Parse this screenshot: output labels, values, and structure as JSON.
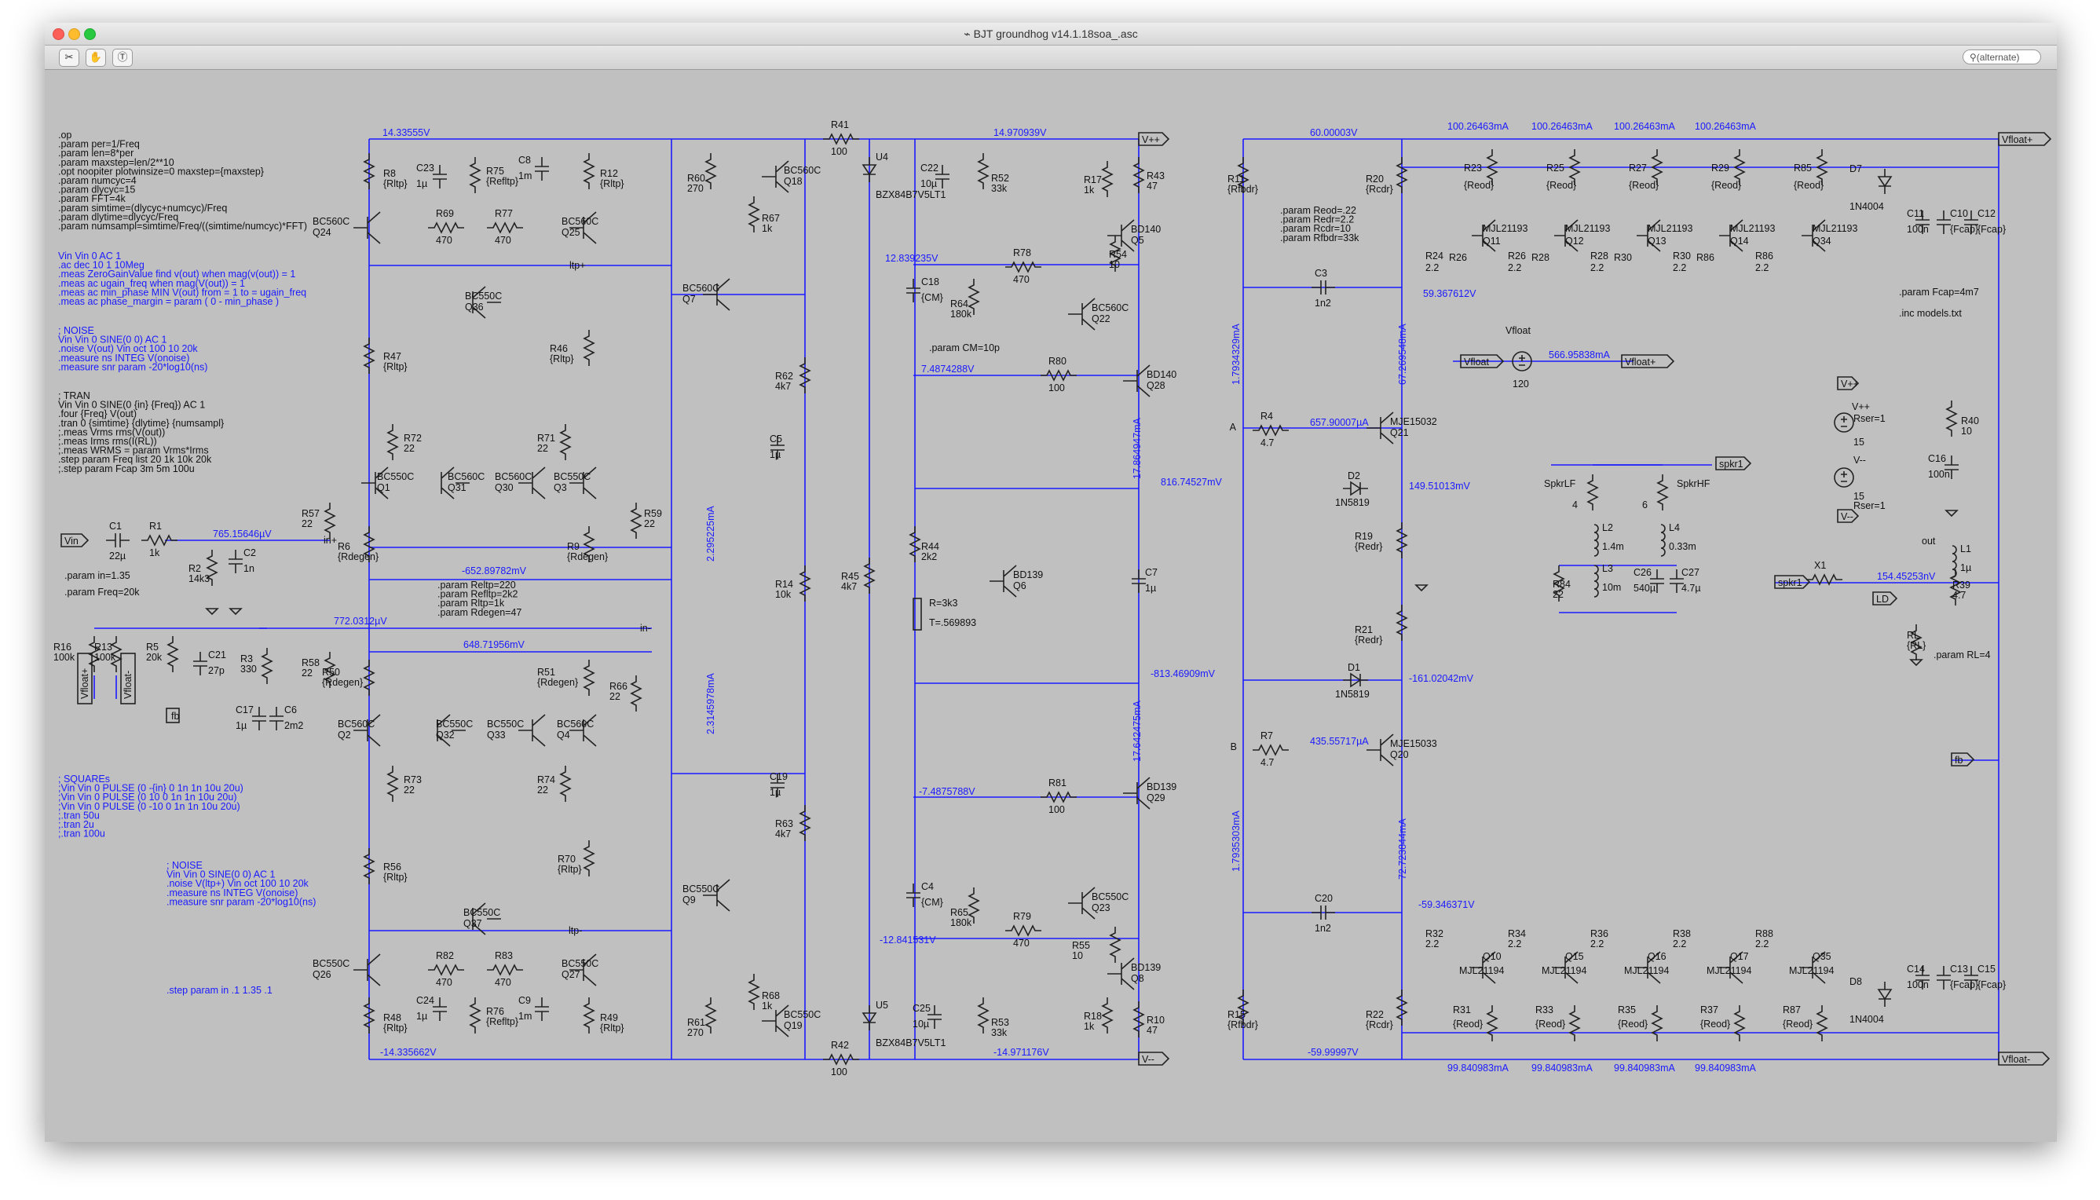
{
  "window": {
    "title": "BJT groundhog v14.1.18soa_.asc",
    "search_placeholder": "(alternate)"
  },
  "colors": {
    "wire": "#1a1aff",
    "background": "#c0c0c0",
    "text": "#111111"
  },
  "directives": [
    ".op",
    ".param per=1/Freq",
    ".param len=8*per",
    ".param maxstep=len/2**10",
    ".opt noopiter plotwinsize=0 maxstep={maxstep}",
    ".param numcyc=4",
    ".param dlycyc=15",
    ".param FFT=4k",
    ".param simtime=(dlycyc+numcyc)/Freq",
    ".param dlytime=dlycyc/Freq",
    ".param numsampl=simtime/Freq/((simtime/numcyc)*FFT)"
  ],
  "ac_block": [
    "Vin Vin 0 AC 1",
    ".ac dec 10 1 10Meg",
    ".meas ZeroGainValue find v(out) when mag(v(out)) = 1",
    ".meas ac ugain_freq when mag(V(out)) = 1",
    ".meas ac min_phase MIN V(out) from = 1 to = ugain_freq",
    ".meas ac phase_margin = param ( 0 - min_phase )"
  ],
  "noise_block": [
    "; NOISE",
    "Vin Vin 0 SINE(0 0) AC 1",
    ".noise V(out) Vin oct 100 10 20k",
    ".measure ns INTEG V(onoise)",
    ".measure snr param -20*log10(ns)"
  ],
  "tran_block": [
    "; TRAN",
    "Vin Vin 0 SINE(0 {in} {Freq}) AC 1",
    ".four {Freq} V(out)",
    ".tran 0 {simtime} {dlytime} {numsampl}",
    ";.meas Vrms rms(V(out))",
    ";.meas Irms rms(I(RL))",
    ";.meas WRMS = param Vrms*Irms",
    ".step param Freq list 20 1k 10k 20k",
    ";.step param Fcap 3m 5m 100u"
  ],
  "squares_block": [
    "; SQUAREs",
    ";Vin Vin 0 PULSE (0 -{in} 0 1n 1n 10u 20u)",
    ";Vin Vin 0 PULSE (0 10 0 1n 1n 10u 20u)",
    ";Vin Vin 0 PULSE (0 -10 0 1n 1n 10u 20u)",
    ";.tran 50u",
    ";.tran 2u",
    ";.tran 100u"
  ],
  "noise_block2": [
    "; NOISE",
    "Vin Vin 0 SINE(0 0) AC 1",
    ".noise V(ltp+) Vin oct 100 10 20k",
    ".measure ns INTEG V(onoise)",
    ".measure snr param -20*log10(ns)"
  ],
  "params_left": [
    ".param in=1.35",
    ".param Freq=20k"
  ],
  "step_param": ".step param in .1 1.35 .1",
  "params_mid": [
    ".param Reltp=220",
    ".param Refltp=2k2",
    ".param Rltp=1k",
    ".param Rdegen=47"
  ],
  "params_out": [
    ".param Reod=.22",
    ".param Redr=2.2",
    ".param Rcdr=10",
    ".param Rfbdr=33k"
  ],
  "param_cm": ".param CM=10p",
  "param_fcap": ".param Fcap=4m7",
  "inc_models": ".inc models.txt",
  "param_rl": ".param RL=4",
  "rt_label": "R=3k3",
  "t_label": "T=.569893",
  "voltages": {
    "v_top_left": "14.33555V",
    "v_top_right": "14.970939V",
    "v_bot_left": "-14.335662V",
    "v_bot_right": "-14.971176V",
    "v_12p8": "12.839235V",
    "v_m12p8": "-12.841531V",
    "v_7p48": "7.4874288V",
    "v_m7p48": "-7.4875788V",
    "v_60": "60.00003V",
    "v_m60": "-59.99997V",
    "v_59p36": "59.367612V",
    "v_m59p34": "-59.346371V",
    "v_816": "816.74527mV",
    "v_m813": "-813.46909mV",
    "v_149": "149.51013mV",
    "v_161": "-161.02042mV",
    "v_765": "765.15646µV",
    "v_m652": "-652.89782mV",
    "v_772": "772.0312µV",
    "v_648": "648.71956mV",
    "v_154": "154.45253nV",
    "v_566": "566.95838mA",
    "i_657": "657.90007µA",
    "i_435": "435.55717µA",
    "i_100": "100.26463mA",
    "i_99": "99.840983mA",
    "i_67": "67.269548mA",
    "i_72": "72.723844mA",
    "i_1793a": "1.7934329mA",
    "i_1793b": "1.7935303mA",
    "i_17864": "17.864947mA",
    "i_17642": "17.642475mA",
    "i_2295": "2.295225mA",
    "i_2314": "2.3145978mA"
  },
  "nodes": {
    "vpp": "V++",
    "vmm": "V--",
    "vfloat_p": "Vfloat+",
    "vfloat_m": "Vfloat-",
    "vfloat": "Vfloat",
    "vin": "Vin",
    "in_p": "in+",
    "in_m": "in-",
    "ltp_p": "ltp+",
    "ltp_m": "ltp-",
    "a": "A",
    "b": "B",
    "fb": "fb",
    "out": "out",
    "spkr1": "spkr1",
    "ld": "LD",
    "spkrlf": "SpkrLF",
    "spkrhf": "SpkrHF"
  },
  "components": {
    "R41": [
      "R41",
      "100"
    ],
    "R42": [
      "R42",
      "100"
    ],
    "U4": [
      "U4",
      "BZX84B7V5LT1"
    ],
    "U5": [
      "U5",
      "BZX84B7V5LT1"
    ],
    "C22": [
      "C22",
      "10µ"
    ],
    "C25": [
      "C25",
      "10µ"
    ],
    "R52": [
      "R52",
      "33k"
    ],
    "R53": [
      "R53",
      "33k"
    ],
    "R60": [
      "R60",
      "270"
    ],
    "R61": [
      "R61",
      "270"
    ],
    "Q18": [
      "Q18",
      "BC560C"
    ],
    "Q19": [
      "Q19",
      "BC550C"
    ],
    "R67": [
      "R67",
      "1k"
    ],
    "R68": [
      "R68",
      "1k"
    ],
    "R17": [
      "R17",
      "1k"
    ],
    "R18": [
      "R18",
      "1k"
    ],
    "R43": [
      "R43",
      "47"
    ],
    "R10": [
      "R10",
      "47"
    ],
    "Q5": [
      "Q5",
      "BD140"
    ],
    "Q8": [
      "Q8",
      "BD139"
    ],
    "R54": [
      "R54",
      "10"
    ],
    "R55": [
      "R55",
      "10"
    ],
    "Q22": [
      "Q22",
      "BC560C"
    ],
    "Q23": [
      "Q23",
      "BC550C"
    ],
    "R78": [
      "R78",
      "470"
    ],
    "R79": [
      "R79",
      "470"
    ],
    "C18": [
      "C18",
      "{CM}"
    ],
    "C4": [
      "C4",
      "{CM}"
    ],
    "R64": [
      "R64",
      "180k"
    ],
    "R65": [
      "R65",
      "180k"
    ],
    "R80": [
      "R80",
      "100"
    ],
    "R81": [
      "R81",
      "100"
    ],
    "Q28": [
      "Q28",
      "BD140"
    ],
    "Q29": [
      "Q29",
      "BD139"
    ],
    "Q7": [
      "Q7",
      "BC560C"
    ],
    "Q9": [
      "Q9",
      "BC550C"
    ],
    "R62": [
      "R62",
      "4k7"
    ],
    "R63": [
      "R63",
      "4k7"
    ],
    "R45": [
      "R45",
      "4k7"
    ],
    "C5": [
      "C5",
      "1µ"
    ],
    "C19": [
      "C19",
      "1µ"
    ],
    "C7": [
      "C7",
      "1µ"
    ],
    "R14": [
      "R14",
      "10k"
    ],
    "R44": [
      "R44",
      "2k2"
    ],
    "Q6": [
      "Q6",
      "BD139"
    ],
    "R8": [
      "R8",
      "{Rltp}"
    ],
    "R12": [
      "R12",
      "{Rltp}"
    ],
    "C23": [
      "C23",
      "1µ"
    ],
    "R75": [
      "R75",
      "{Refltp}"
    ],
    "C8": [
      "C8",
      "1m"
    ],
    "Q24": [
      "Q24",
      "BC560C"
    ],
    "Q25": [
      "Q25",
      "BC560C"
    ],
    "R69": [
      "R69",
      "470"
    ],
    "R77": [
      "R77",
      "470"
    ],
    "Q36": [
      "Q36",
      "BC550C"
    ],
    "R47": [
      "R47",
      "{Rltp}"
    ],
    "R46": [
      "R46",
      "{Rltp}"
    ],
    "R72": [
      "R72",
      "22"
    ],
    "R71": [
      "R71",
      "22"
    ],
    "Q1": [
      "Q1",
      "BC550C"
    ],
    "Q31": [
      "Q31",
      "BC560C"
    ],
    "Q30": [
      "Q30",
      "BC560C"
    ],
    "Q3": [
      "Q3",
      "BC550C"
    ],
    "R57": [
      "R57",
      "22"
    ],
    "R59": [
      "R59",
      "22"
    ],
    "R6": [
      "R6",
      "{Rdegen}"
    ],
    "R9": [
      "R9",
      "{Rdegen}"
    ],
    "C1": [
      "C1",
      "22µ"
    ],
    "R1": [
      "R1",
      "1k"
    ],
    "R2": [
      "R2",
      "14k3"
    ],
    "C2": [
      "C2",
      "1n"
    ],
    "R16": [
      "R16",
      "100k"
    ],
    "R13": [
      "R13",
      "100k"
    ],
    "R5": [
      "R5",
      "20k"
    ],
    "C21": [
      "C21",
      "27p"
    ],
    "R3": [
      "R3",
      "330"
    ],
    "C17": [
      "C17",
      "1µ"
    ],
    "C6": [
      "C6",
      "2m2"
    ],
    "R58": [
      "R58",
      "22"
    ],
    "R50": [
      "R50",
      "{Rdegen}"
    ],
    "R51": [
      "R51",
      "{Rdegen}"
    ],
    "R66": [
      "R66",
      "22"
    ],
    "Q2": [
      "Q2",
      "BC560C"
    ],
    "Q32": [
      "Q32",
      "BC550C"
    ],
    "Q33": [
      "Q33",
      "BC550C"
    ],
    "Q4": [
      "Q4",
      "BC560C"
    ],
    "R73": [
      "R73",
      "22"
    ],
    "R74": [
      "R74",
      "22"
    ],
    "R56": [
      "R56",
      "{Rltp}"
    ],
    "R70": [
      "R70",
      "{Rltp}"
    ],
    "Q37": [
      "Q37",
      "BC550C"
    ],
    "Q26": [
      "Q26",
      "BC550C"
    ],
    "Q27": [
      "Q27",
      "BC550C"
    ],
    "R82": [
      "R82",
      "470"
    ],
    "R83": [
      "R83",
      "470"
    ],
    "R48": [
      "R48",
      "{Rltp}"
    ],
    "R49": [
      "R49",
      "{Rltp}"
    ],
    "C24": [
      "C24",
      "1µ"
    ],
    "R76": [
      "R76",
      "{Refltp}"
    ],
    "C9": [
      "C9",
      "1m"
    ],
    "R11": [
      "R11",
      "{Rfbdr}"
    ],
    "R15": [
      "R15",
      "{Rfbdr}"
    ],
    "R20": [
      "R20",
      "{Rcdr}"
    ],
    "R22": [
      "R22",
      "{Rcdr}"
    ],
    "C3": [
      "C3",
      "1n2"
    ],
    "C20": [
      "C20",
      "1n2"
    ],
    "R4": [
      "R4",
      "4.7"
    ],
    "R7": [
      "R7",
      "4.7"
    ],
    "Q21": [
      "Q21",
      "MJE15032"
    ],
    "Q20": [
      "Q20",
      "MJE15033"
    ],
    "D2": [
      "D2",
      "1N5819"
    ],
    "D1": [
      "D1",
      "1N5819"
    ],
    "R19": [
      "R19",
      "{Redr}"
    ],
    "R21": [
      "R21",
      "{Redr}"
    ],
    "V_float": [
      "Vfloat",
      "120"
    ],
    "D7": [
      "D7",
      "1N4004"
    ],
    "D8": [
      "D8",
      "1N4004"
    ],
    "C11": [
      "C11",
      "100n"
    ],
    "C10": [
      "C10",
      "{Fcap}"
    ],
    "C12": [
      "C12",
      "{Fcap}"
    ],
    "C14": [
      "C14",
      "100n"
    ],
    "C13": [
      "C13",
      "{Fcap}"
    ],
    "C15": [
      "C15",
      "{Fcap}"
    ],
    "R40": [
      "R40",
      "10"
    ],
    "C16": [
      "C16",
      "100n"
    ],
    "L1": [
      "L1",
      "1µ"
    ],
    "R39": [
      "R39",
      "4.7"
    ],
    "X1": [
      "X1",
      ""
    ],
    "RL": [
      "RL",
      "{RL}"
    ],
    "L2": [
      "L2",
      "1.4m"
    ],
    "L3": [
      "L3",
      "10m"
    ],
    "L4": [
      "L4",
      "0.33m"
    ],
    "C26": [
      "C26",
      "540µ"
    ],
    "C27": [
      "C27",
      "4.7µ"
    ],
    "R84": [
      "R84",
      "22"
    ],
    "SpkrLF_val": [
      "",
      "4"
    ],
    "SpkrHF_val": [
      "",
      "6"
    ],
    "Vpp": [
      "V++",
      "15"
    ],
    "Vmm": [
      "V--",
      "15"
    ],
    "Rser1": [
      "Rser=1",
      ""
    ],
    "Rser2": [
      "Rser=1",
      ""
    ]
  },
  "output_top": [
    {
      "q": "Q11",
      "re": "R23",
      "rb": "R24",
      "rx": "R26",
      "model": "MJL21193"
    },
    {
      "q": "Q12",
      "re": "R25",
      "rb": "R26",
      "rx": "R28",
      "model": "MJL21193"
    },
    {
      "q": "Q13",
      "re": "R27",
      "rb": "R28",
      "rx": "R30",
      "model": "MJL21193"
    },
    {
      "q": "Q14",
      "re": "R29",
      "rb": "R30",
      "rx": "R86",
      "model": "MJL21193"
    },
    {
      "q": "Q34",
      "re": "R85",
      "rb": "R86",
      "rx": "",
      "model": "MJL21193"
    }
  ],
  "output_bot": [
    {
      "q": "Q10",
      "re": "R31",
      "rb": "R32",
      "model": "MJL21194"
    },
    {
      "q": "Q15",
      "re": "R33",
      "rb": "R34",
      "model": "MJL21194"
    },
    {
      "q": "Q16",
      "re": "R35",
      "rb": "R36",
      "model": "MJL21194"
    },
    {
      "q": "Q17",
      "re": "R37",
      "rb": "R38",
      "model": "MJL21194"
    },
    {
      "q": "Q35",
      "re": "R87",
      "rb": "R88",
      "model": "MJL21194"
    }
  ],
  "reod": "{Reod}",
  "r22": "2.2"
}
